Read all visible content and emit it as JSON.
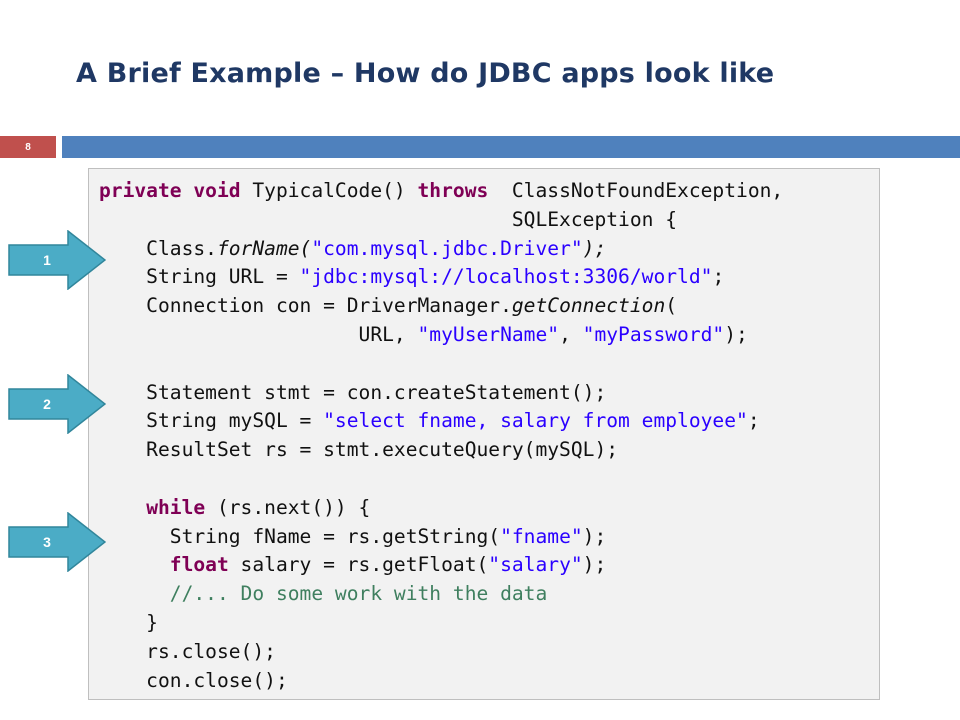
{
  "slide": {
    "title": "A Brief Example – How do JDBC apps look like",
    "page_number": "8"
  },
  "colors": {
    "title": "#1f3864",
    "badge": "#c0504d",
    "bar": "#4f81bd",
    "arrow": "#4bacc6",
    "keyword": "#7f0055",
    "string": "#2a00ff",
    "comment": "#3f7f5f"
  },
  "callouts": [
    {
      "label": "1",
      "icon": "right-arrow-icon"
    },
    {
      "label": "2",
      "icon": "right-arrow-icon"
    },
    {
      "label": "3",
      "icon": "right-arrow-icon"
    }
  ],
  "code": {
    "l1": {
      "kw1": "private",
      "s1": " ",
      "kw2": "void",
      "t1": " TypicalCode() ",
      "kw3": "throws",
      "t2": "  ClassNotFoundException,"
    },
    "l2": {
      "t1": "                                   SQLException {"
    },
    "l3": {
      "t1": "    Class.",
      "it1": "forName(",
      "str1": "\"com.mysql.jdbc.Driver\"",
      "t2": ");"
    },
    "l4": {
      "t1": "    String URL = ",
      "str1": "\"jdbc:mysql://localhost:3306/world\"",
      "t2": ";"
    },
    "l5": {
      "t1": "    Connection con = DriverManager.",
      "it1": "getConnection",
      "t2": "("
    },
    "l6": {
      "t1": "                      URL, ",
      "str1": "\"myUserName\"",
      "t2": ", ",
      "str2": "\"myPassword\"",
      "t3": ");"
    },
    "l7": {
      "t1": ""
    },
    "l8": {
      "t1": "    Statement stmt = con.createStatement();"
    },
    "l9": {
      "t1": "    String mySQL = ",
      "str1": "\"select fname, salary from employee\"",
      "t2": ";"
    },
    "l10": {
      "t1": "    ResultSet rs = stmt.executeQuery(mySQL);"
    },
    "l11": {
      "t1": ""
    },
    "l12": {
      "t0": "    ",
      "kw1": "while",
      "t1": " (rs.next()) {"
    },
    "l13": {
      "t1": "      String fName = rs.getString(",
      "str1": "\"fname\"",
      "t2": ");"
    },
    "l14": {
      "t0": "      ",
      "kw1": "float",
      "t1": " salary = rs.getFloat(",
      "str1": "\"salary\"",
      "t2": ");"
    },
    "l15": {
      "t0": "      ",
      "cm1": "//... Do some work with the data"
    },
    "l16": {
      "t1": "    }"
    },
    "l17": {
      "t1": "    rs.close();"
    },
    "l18": {
      "t1": "    con.close();"
    }
  }
}
